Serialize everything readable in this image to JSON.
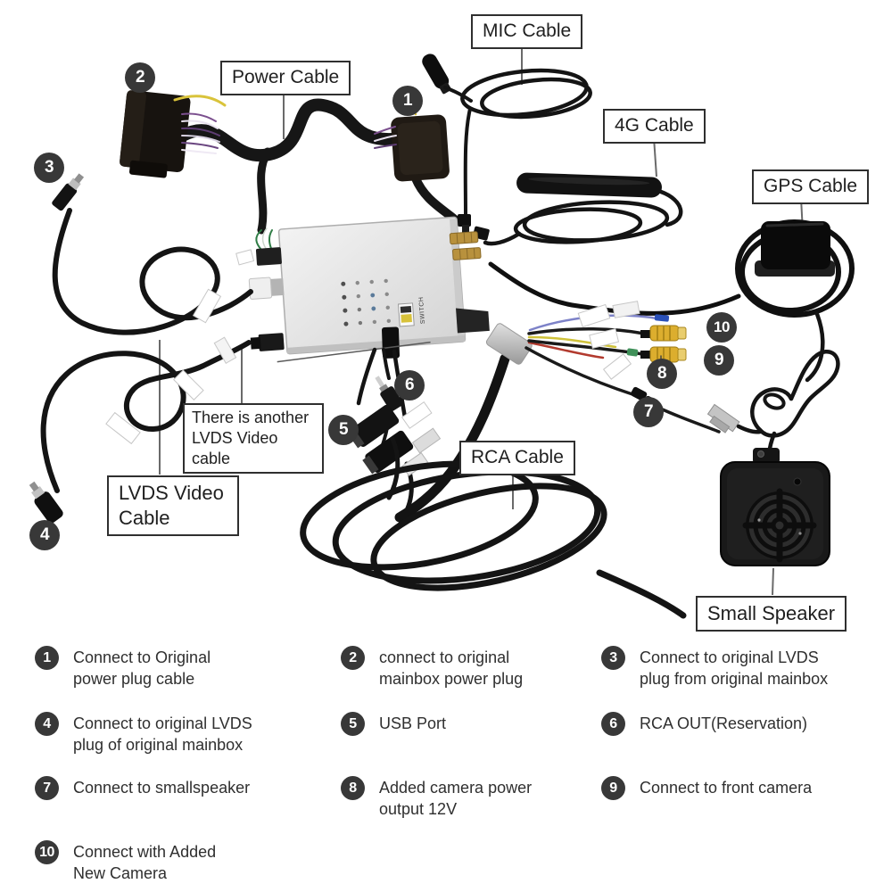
{
  "diagram": {
    "cable_labels": {
      "mic": "MIC Cable",
      "power": "Power Cable",
      "four_g": "4G Cable",
      "gps": "GPS Cable",
      "rca": "RCA Cable",
      "lvds": "LVDS Video Cable",
      "lvds_note": "There is another LVDS Video cable",
      "speaker": "Small Speaker"
    },
    "box": {
      "switch_label": "SWITCH"
    },
    "callouts": [
      "1",
      "2",
      "3",
      "4",
      "5",
      "6",
      "7",
      "8",
      "9",
      "10"
    ]
  },
  "legend": {
    "items": [
      {
        "n": "1",
        "text": "Connect to Original power plug cable"
      },
      {
        "n": "2",
        "text": "connect to original mainbox power plug"
      },
      {
        "n": "3",
        "text": "Connect to original LVDS plug from original mainbox"
      },
      {
        "n": "4",
        "text": "Connect to original LVDS plug of original mainbox"
      },
      {
        "n": "5",
        "text": "USB Port"
      },
      {
        "n": "6",
        "text": "RCA OUT(Reservation)"
      },
      {
        "n": "7",
        "text": "Connect to smallspeaker"
      },
      {
        "n": "8",
        "text": "Added camera power output 12V"
      },
      {
        "n": "9",
        "text": "Connect to front camera"
      },
      {
        "n": "10",
        "text": "Connect with Added New Camera"
      }
    ]
  },
  "colors": {
    "callout_bg": "#383838",
    "callout_text": "#ffffff",
    "label_border": "#2f2f2f",
    "cable_black": "#161616",
    "box_silver": "#e4e4e4",
    "rca_yellow": "#dcae2e",
    "sma_gold": "#b8913d",
    "wire_blue": "#2a50b8",
    "wire_green": "#3f9059",
    "wire_red": "#b23a2e",
    "wire_yellow": "#cfc23a"
  }
}
